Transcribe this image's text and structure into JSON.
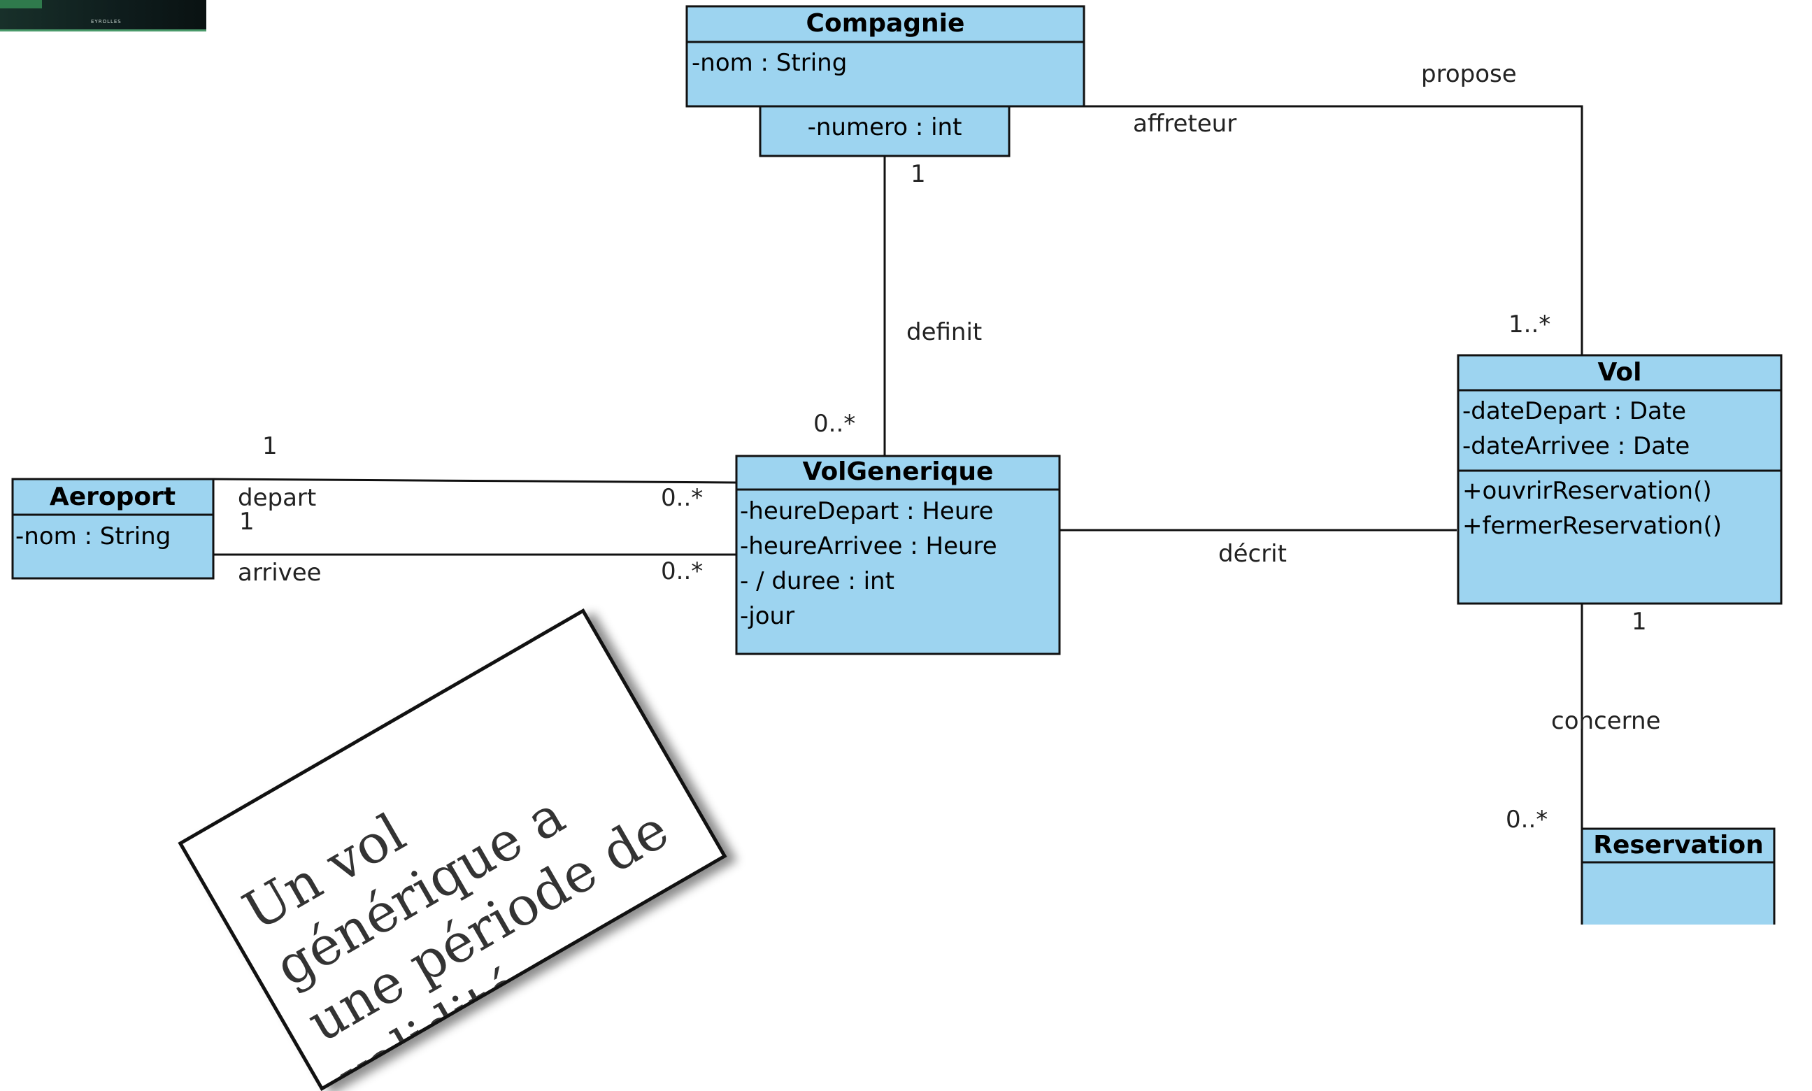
{
  "thumbnail": {
    "caption": "EYROLLES"
  },
  "classes": {
    "compagnie": {
      "name": "Compagnie",
      "attributes": [
        "-nom : String"
      ]
    },
    "compagnie_qualifier": {
      "text": "-numero : int"
    },
    "vol": {
      "name": "Vol",
      "attributes": [
        "-dateDepart : Date",
        "-dateArrivee : Date"
      ],
      "operations": [
        "+ouvrirReservation()",
        "+fermerReservation()"
      ]
    },
    "aeroport": {
      "name": "Aeroport",
      "attributes": [
        "-nom : String"
      ]
    },
    "volgenerique": {
      "name": "VolGenerique",
      "attributes": [
        "-heureDepart : Heure",
        "-heureArrivee : Heure",
        "- / duree : int",
        "-jour"
      ]
    },
    "reservation": {
      "name": "Reservation"
    }
  },
  "associations": {
    "propose": {
      "name": "propose",
      "role": "affreteur",
      "mult_vol": "1..*"
    },
    "definit": {
      "name": "definit",
      "mult_compagnie": "1",
      "mult_volgenerique": "0..*"
    },
    "depart": {
      "role": "depart",
      "mult_aeroport": "1",
      "mult_volgenerique": "0..*"
    },
    "arrivee": {
      "role": "arrivee",
      "mult_aeroport": "1",
      "mult_volgenerique": "0..*"
    },
    "decrit": {
      "name": "décrit"
    },
    "concerne": {
      "name": "concerne",
      "mult_vol": "1",
      "mult_reservation": "0..*"
    }
  },
  "note": {
    "text": "Un vol générique a une période de validité...."
  },
  "colors": {
    "class_fill": "#9dd4f0",
    "stroke": "#111111"
  }
}
